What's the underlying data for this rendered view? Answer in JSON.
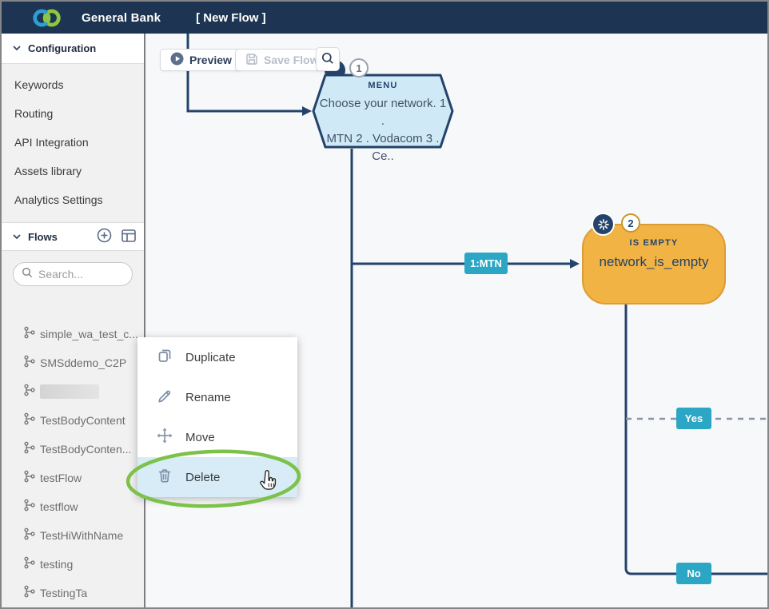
{
  "navbar": {
    "brand": "General Bank",
    "flow_title": "[ New Flow ]",
    "bg_color": "#1d3452",
    "logo_colors": {
      "left_ring": "#2d9fd6",
      "right_ring": "#8ec63f"
    }
  },
  "sidebar": {
    "configuration": {
      "label": "Configuration",
      "items": [
        {
          "label": "Keywords"
        },
        {
          "label": "Routing"
        },
        {
          "label": "API Integration"
        },
        {
          "label": "Assets library"
        },
        {
          "label": "Analytics Settings"
        }
      ]
    },
    "flows": {
      "label": "Flows",
      "search_placeholder": "Search...",
      "items": [
        {
          "label": "simple_wa_test_c..."
        },
        {
          "label": "SMSddemo_C2P"
        },
        {
          "label": "",
          "redacted": true
        },
        {
          "label": "TestBodyContent"
        },
        {
          "label": "TestBodyConten..."
        },
        {
          "label": "testFlow"
        },
        {
          "label": "testflow"
        },
        {
          "label": "TestHiWithName"
        },
        {
          "label": "testing"
        },
        {
          "label": "TestingTa"
        }
      ]
    }
  },
  "toolbar": {
    "preview_label": "Preview",
    "save_label": "Save Flow"
  },
  "context_menu": {
    "items": [
      {
        "label": "Duplicate"
      },
      {
        "label": "Rename"
      },
      {
        "label": "Move"
      },
      {
        "label": "Delete",
        "highlighted": true
      }
    ],
    "annotation_color": "#7cc24a"
  },
  "canvas": {
    "nodes": [
      {
        "badge": "1",
        "type_label": "MENU",
        "text_line1": "Choose your network. 1 .",
        "text_line2": "MTN 2 . Vodacom 3 . Ce..",
        "fill": "#cfeaf6",
        "border": "#24436b"
      },
      {
        "badge": "2",
        "type_label": "IS EMPTY",
        "text": "network_is_empty",
        "fill": "#f2b345"
      }
    ],
    "edge_labels": {
      "mtn": "1:MTN",
      "yes": "Yes",
      "no": "No"
    },
    "line_color": "#24436b",
    "label_color": "#2ba6c4"
  }
}
